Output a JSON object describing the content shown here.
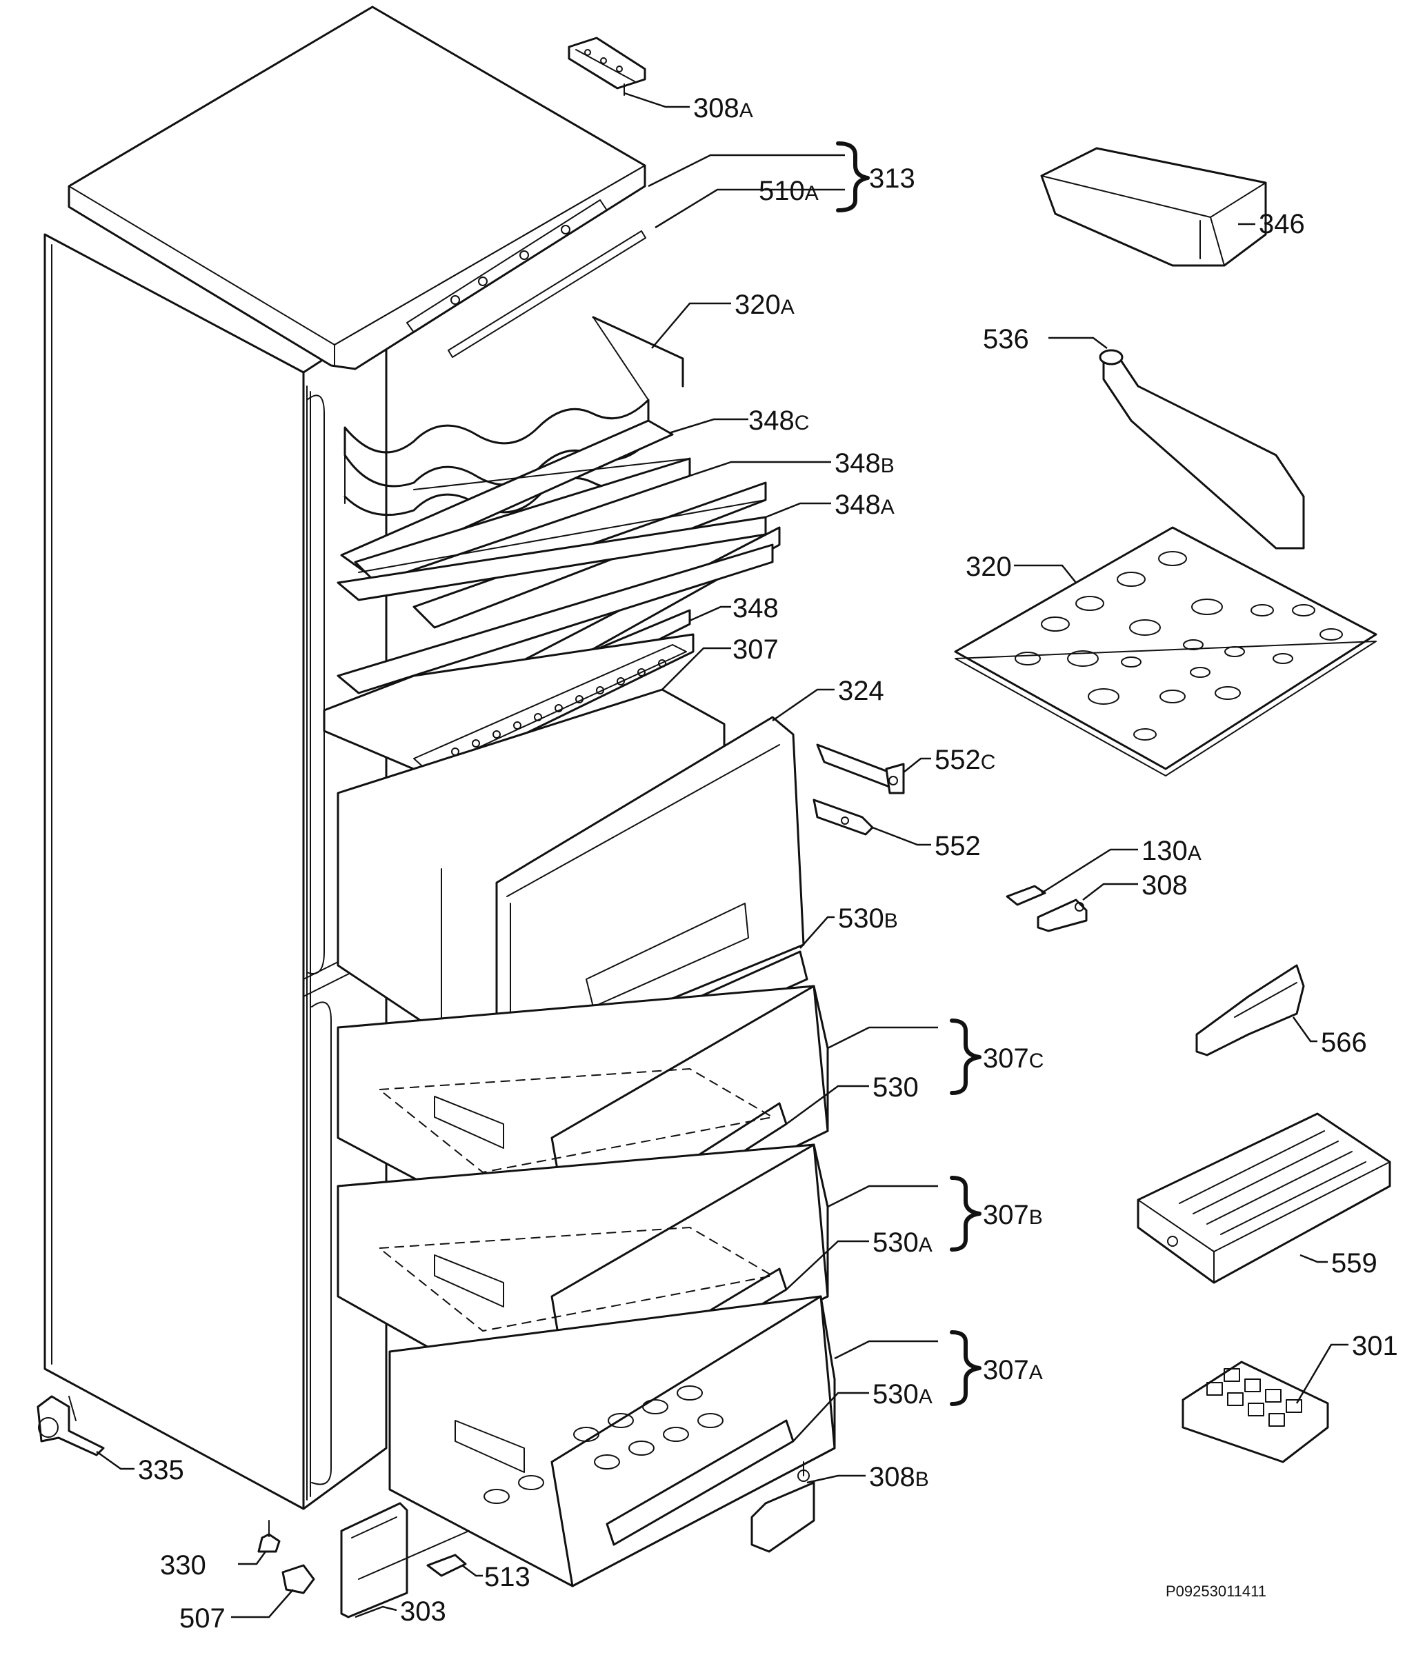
{
  "labels": {
    "l308A": {
      "num": "308",
      "suf": "A"
    },
    "l313": {
      "num": "313",
      "suf": ""
    },
    "l510A": {
      "num": "510",
      "suf": "A"
    },
    "l346": {
      "num": "346",
      "suf": ""
    },
    "l320A": {
      "num": "320",
      "suf": "A"
    },
    "l536": {
      "num": "536",
      "suf": ""
    },
    "l348C": {
      "num": "348",
      "suf": "C"
    },
    "l348B": {
      "num": "348",
      "suf": "B"
    },
    "l348A": {
      "num": "348",
      "suf": "A"
    },
    "l320": {
      "num": "320",
      "suf": ""
    },
    "l348": {
      "num": "348",
      "suf": ""
    },
    "l307": {
      "num": "307",
      "suf": ""
    },
    "l324": {
      "num": "324",
      "suf": ""
    },
    "l552C": {
      "num": "552",
      "suf": "C"
    },
    "l552": {
      "num": "552",
      "suf": ""
    },
    "l130A": {
      "num": "130",
      "suf": "A"
    },
    "l308": {
      "num": "308",
      "suf": ""
    },
    "l530B": {
      "num": "530",
      "suf": "B"
    },
    "l566": {
      "num": "566",
      "suf": ""
    },
    "l307C": {
      "num": "307",
      "suf": "C"
    },
    "l530": {
      "num": "530",
      "suf": ""
    },
    "l307B": {
      "num": "307",
      "suf": "B"
    },
    "l530A1": {
      "num": "530",
      "suf": "A"
    },
    "l559": {
      "num": "559",
      "suf": ""
    },
    "l301": {
      "num": "301",
      "suf": ""
    },
    "l307A": {
      "num": "307",
      "suf": "A"
    },
    "l530A2": {
      "num": "530",
      "suf": "A"
    },
    "l335": {
      "num": "335",
      "suf": ""
    },
    "l308B": {
      "num": "308",
      "suf": "B"
    },
    "l330": {
      "num": "330",
      "suf": ""
    },
    "l513": {
      "num": "513",
      "suf": ""
    },
    "l507": {
      "num": "507",
      "suf": ""
    },
    "l303": {
      "num": "303",
      "suf": ""
    }
  },
  "drawing_code": "P09253011411"
}
